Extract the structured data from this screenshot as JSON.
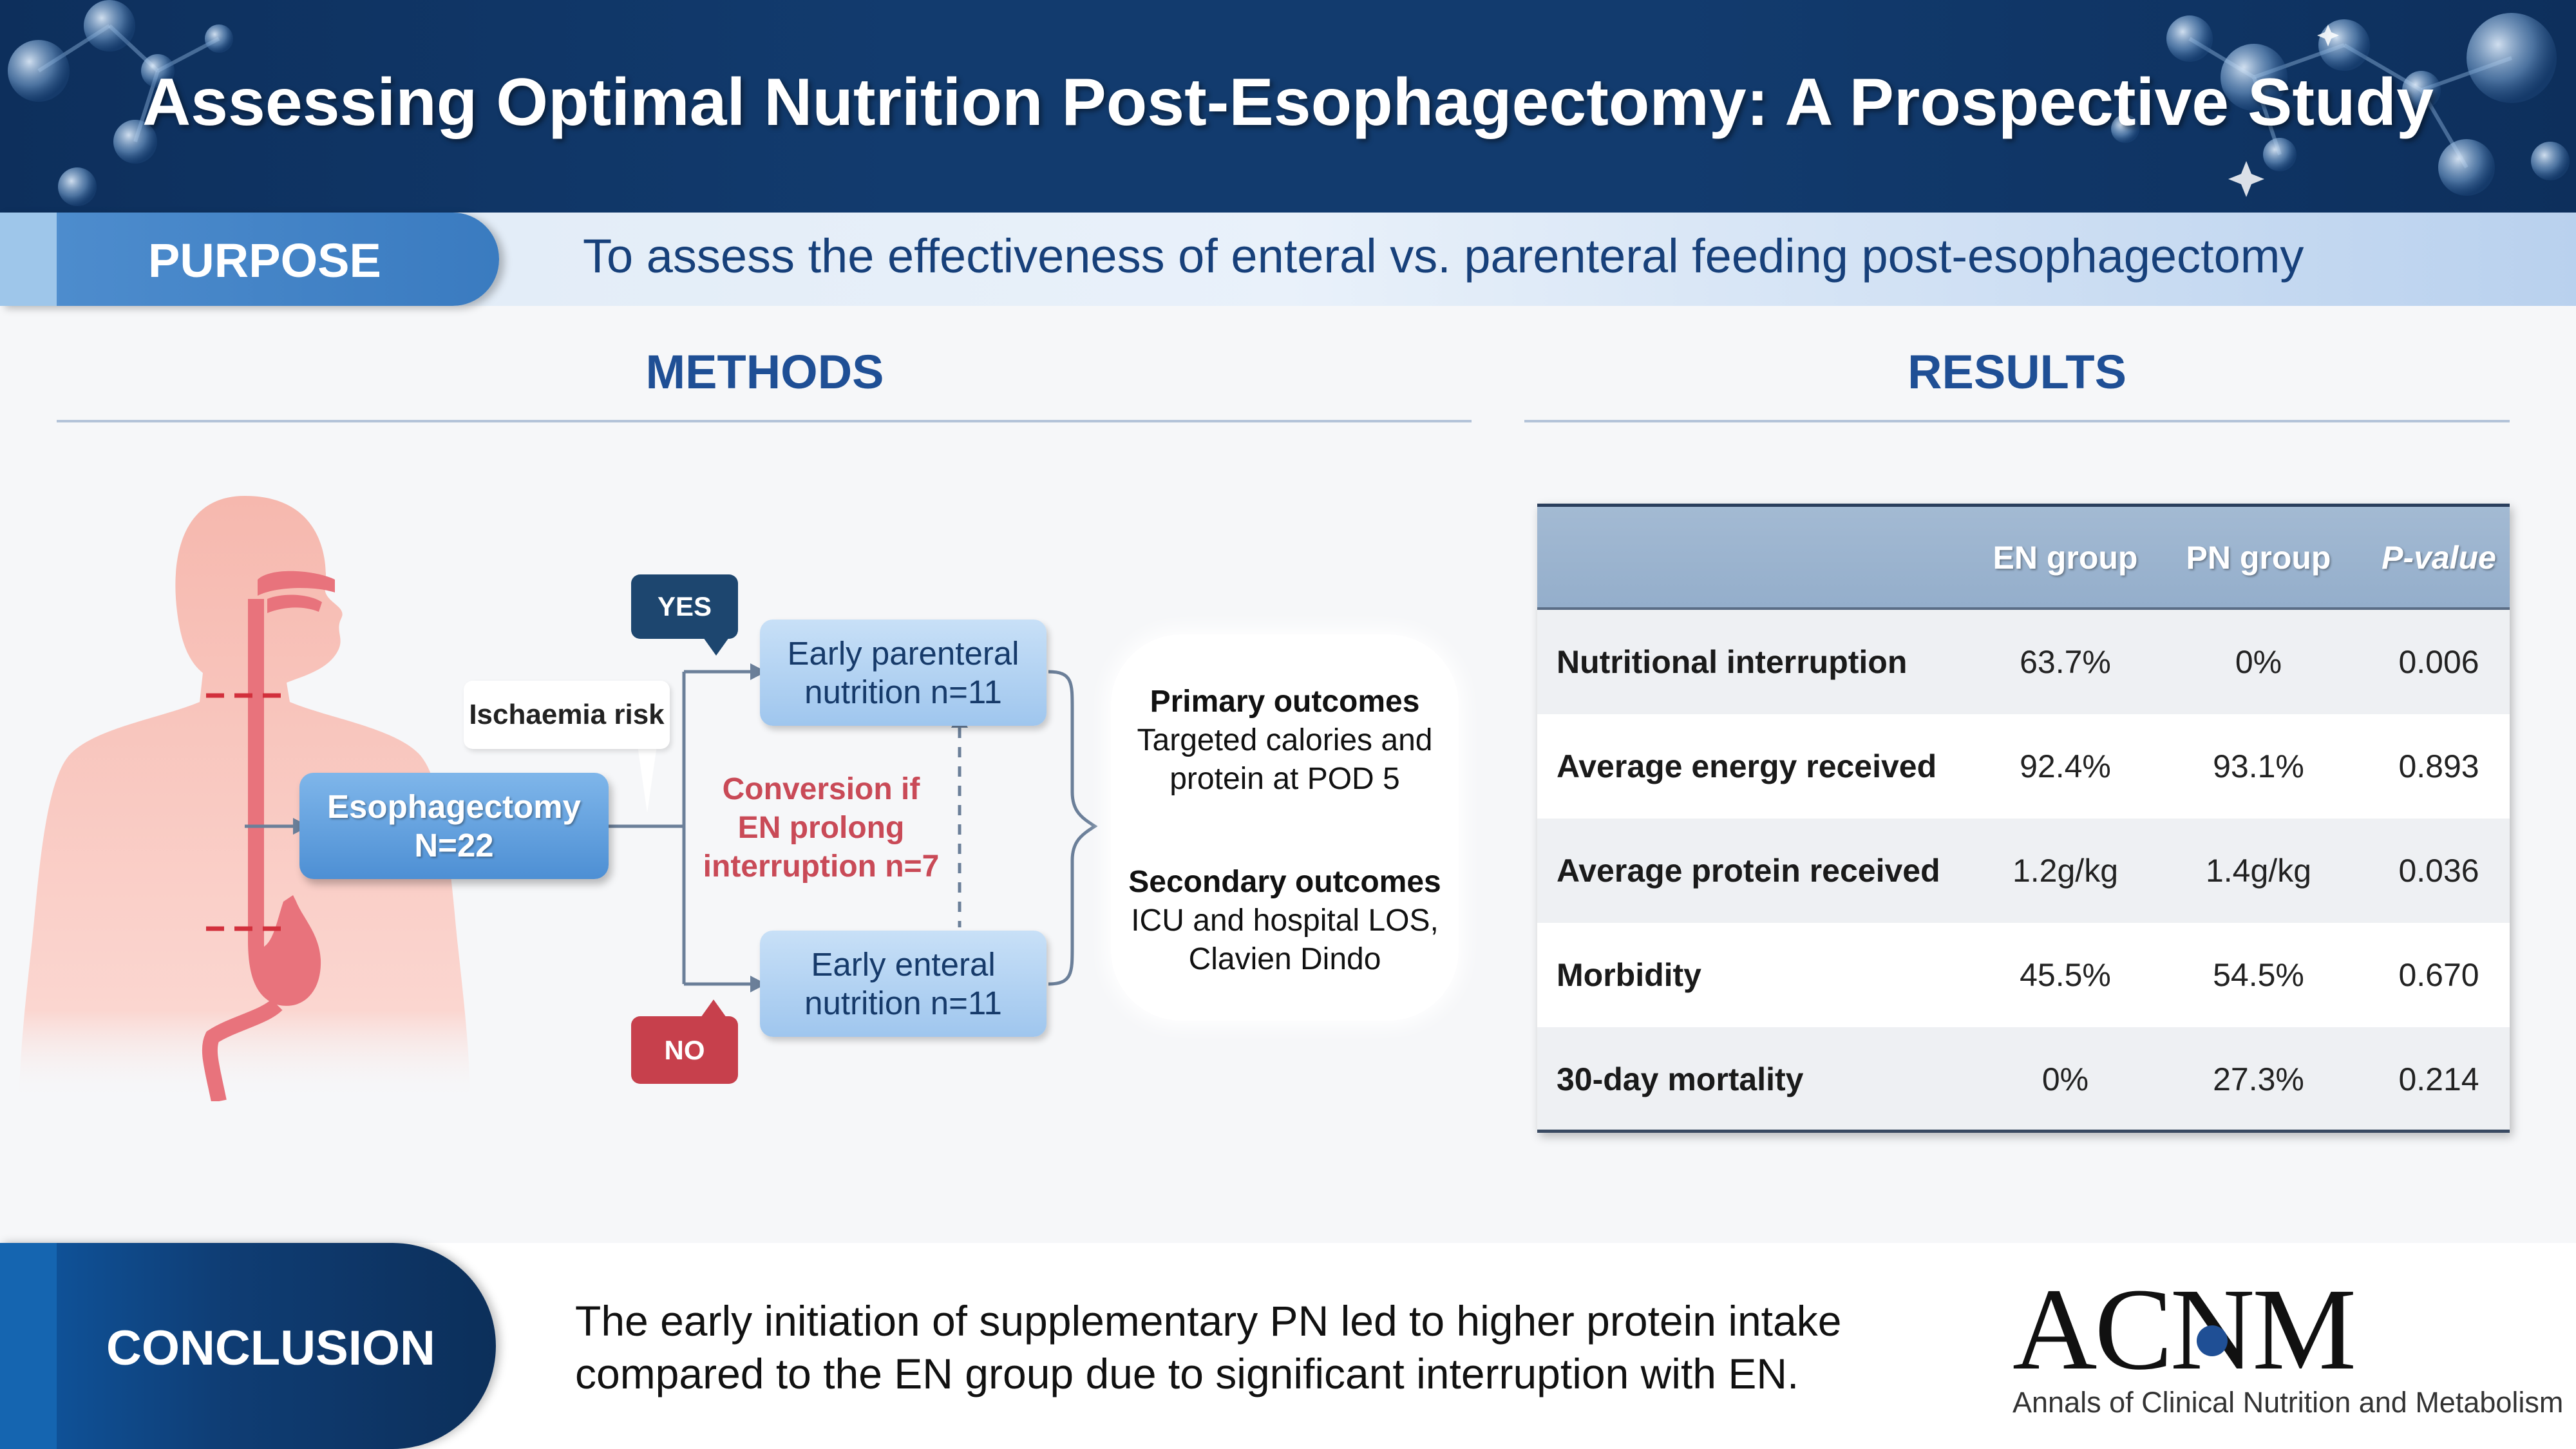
{
  "header": {
    "title": "Assessing Optimal Nutrition Post-Esophagectomy: A Prospective Study"
  },
  "purpose": {
    "label": "PURPOSE",
    "text": "To assess the effectiveness of enteral vs. parenteral feeding post-esophagectomy"
  },
  "methods": {
    "title": "METHODS",
    "esophagectomy": {
      "line1": "Esophagectomy",
      "line2": "N=22"
    },
    "ischaemia_label": "Ischaemia risk",
    "yes_tag": "YES",
    "no_tag": "NO",
    "pn_box": {
      "line1": "Early parenteral",
      "line2": "nutrition n=11"
    },
    "en_box": {
      "line1": "Early enteral",
      "line2": "nutrition n=11"
    },
    "conversion": {
      "line1": "Conversion if",
      "line2": "EN prolong",
      "line3": "interruption n=7"
    },
    "outcomes": {
      "primary_title": "Primary outcomes",
      "primary_line1": "Targeted calories and",
      "primary_line2": "protein at POD 5",
      "secondary_title": "Secondary outcomes",
      "secondary_line1": "ICU and hospital LOS,",
      "secondary_line2": "Clavien Dindo"
    }
  },
  "results": {
    "title": "RESULTS",
    "columns": [
      "EN group",
      "PN group",
      "P-value"
    ],
    "rows": [
      {
        "label": "Nutritional interruption",
        "en": "63.7%",
        "pn": "0%",
        "p": "0.006"
      },
      {
        "label": "Average energy received",
        "en": "92.4%",
        "pn": "93.1%",
        "p": "0.893"
      },
      {
        "label": "Average protein received",
        "en": "1.2g/kg",
        "pn": "1.4g/kg",
        "p": "0.036"
      },
      {
        "label": "Morbidity",
        "en": "45.5%",
        "pn": "54.5%",
        "p": "0.670"
      },
      {
        "label": "30-day mortality",
        "en": "0%",
        "pn": "27.3%",
        "p": "0.214"
      }
    ]
  },
  "conclusion": {
    "label": "CONCLUSION",
    "line1": "The early initiation of supplementary PN led to higher protein intake",
    "line2": "compared to the EN group due to significant interruption with EN."
  },
  "logo": {
    "main": "ACNM",
    "sub": "Annals of Clinical Nutrition and Metabolism"
  },
  "colors": {
    "navy": "#123b6e",
    "accent_blue": "#1f4f95",
    "red": "#c94a57",
    "body_pink": "#f6b8ae"
  }
}
